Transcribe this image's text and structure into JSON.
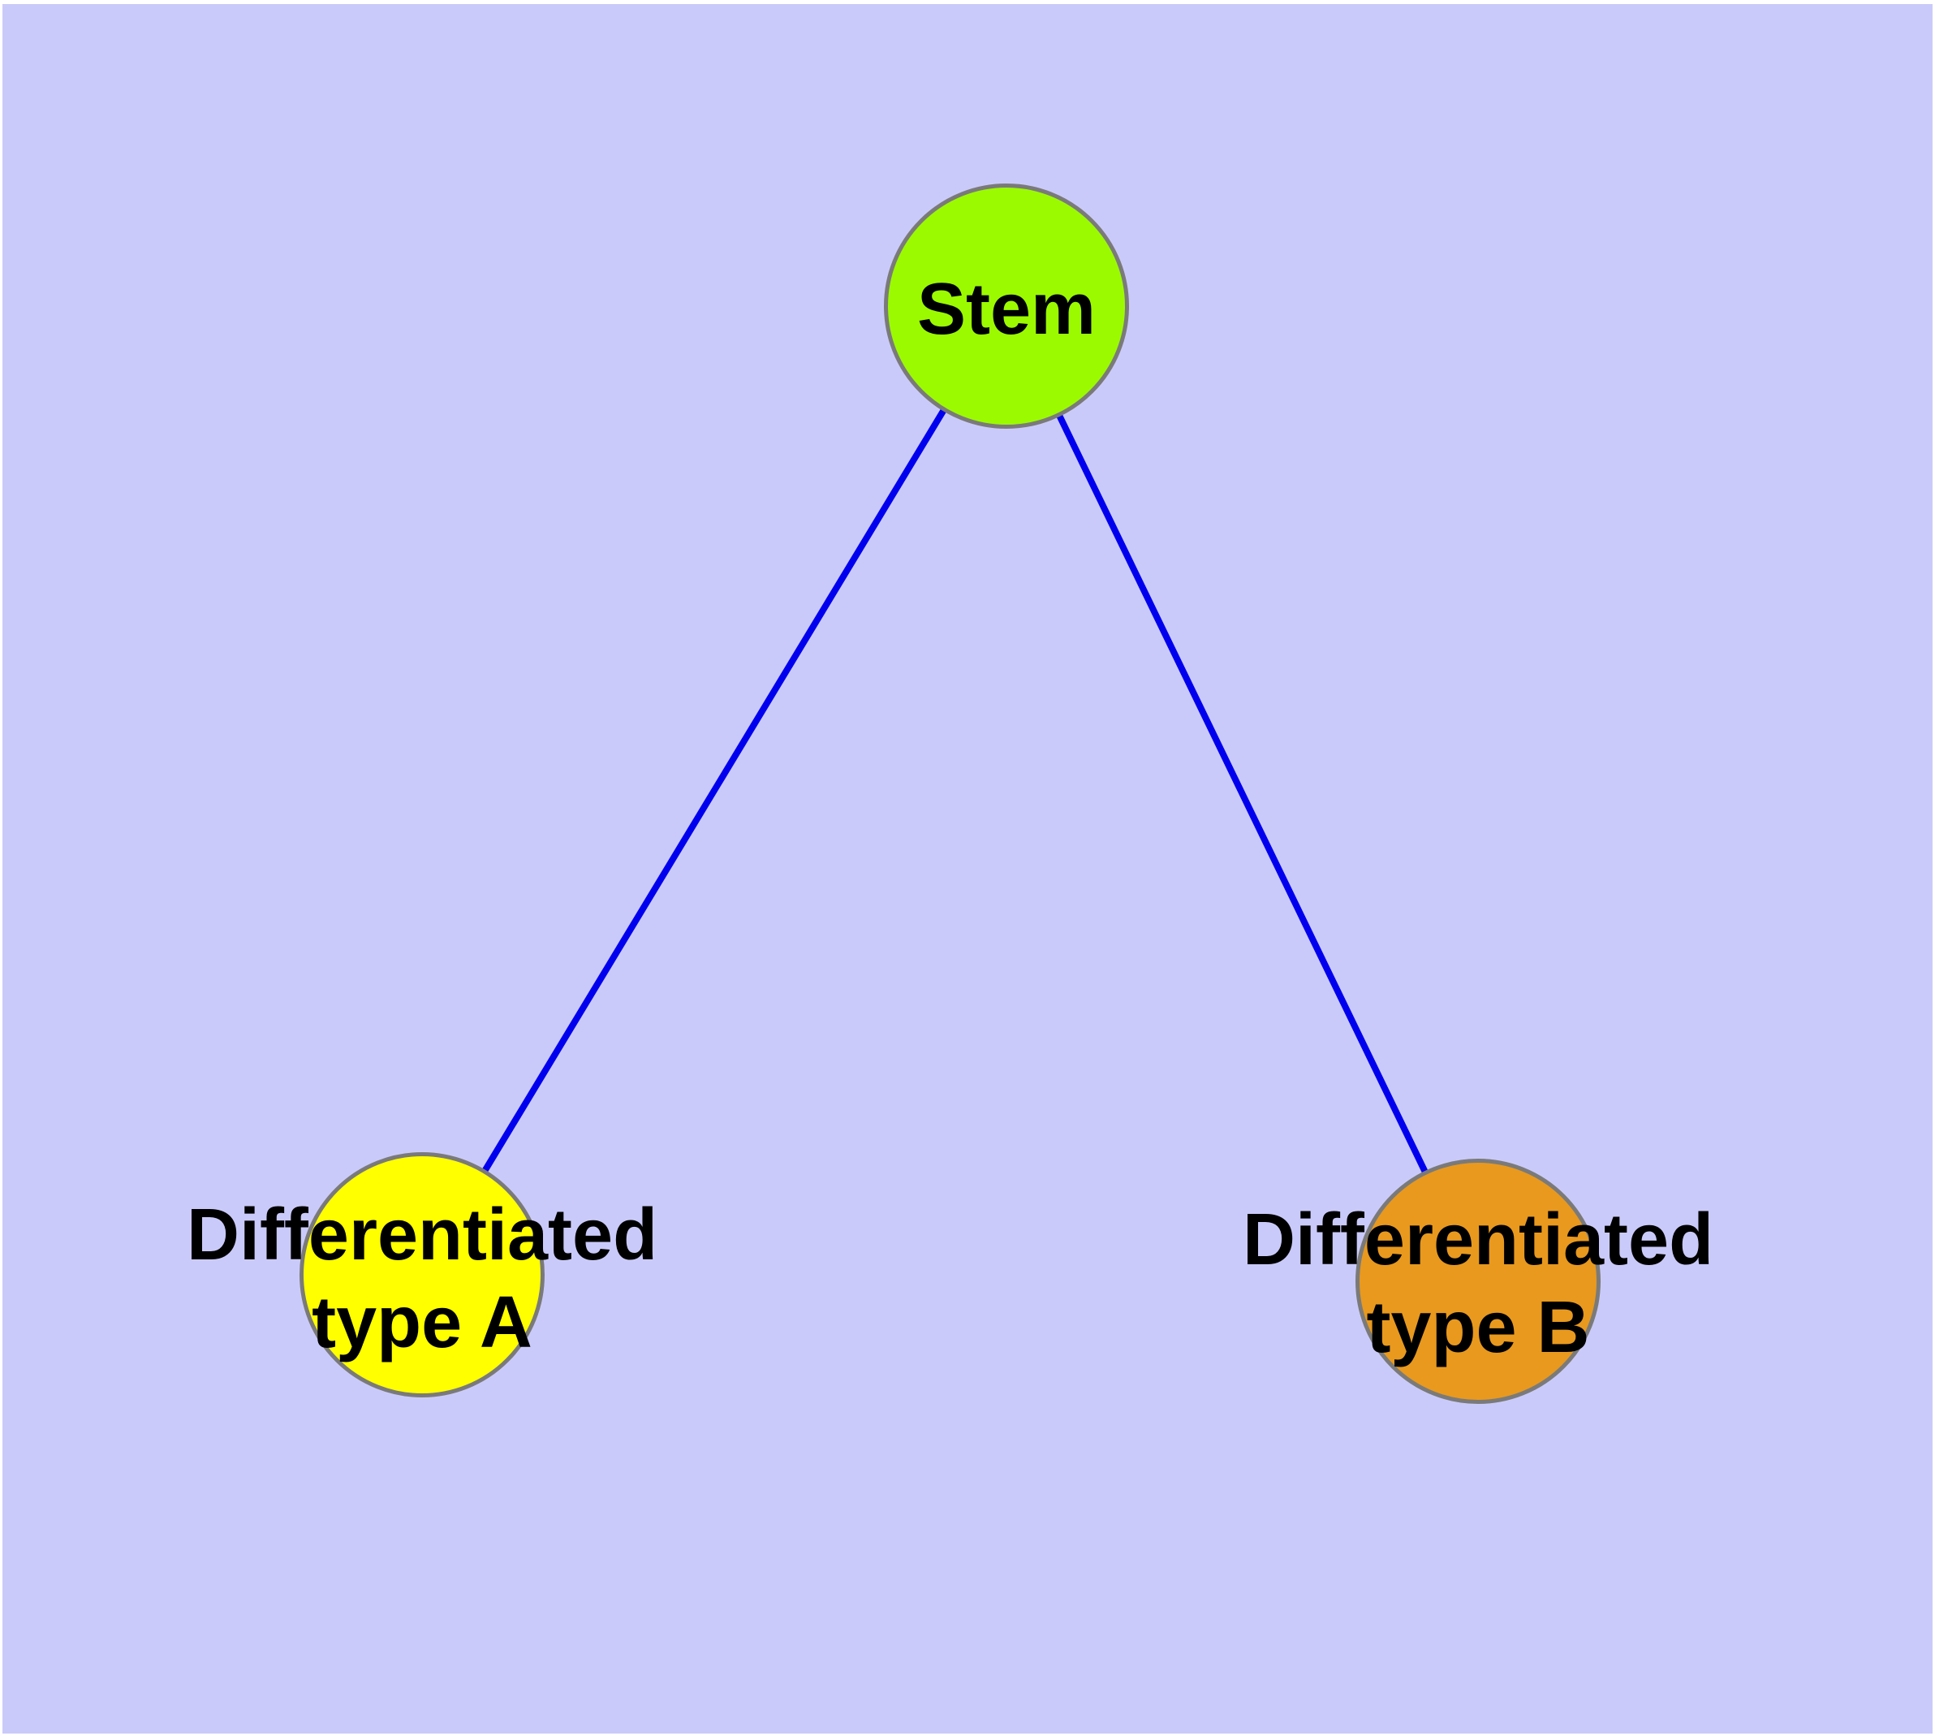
{
  "diagram": {
    "background_color": "#cacafa",
    "frame_color": "#ffffff",
    "edge_color": "#0000ee",
    "node_border_color": "#7a7a7a",
    "label_color": "#000000",
    "nodes": [
      {
        "id": "stem",
        "label": "Stem",
        "fill": "#9bfa00"
      },
      {
        "id": "type-a",
        "label_line1": "Differentiated",
        "label_line2": "type A",
        "fill": "#ffff00"
      },
      {
        "id": "type-b",
        "label_line1": "Differentiated",
        "label_line2": "type B",
        "fill": "#e8991e"
      }
    ],
    "edges": [
      {
        "from": "stem",
        "to": "type-a"
      },
      {
        "from": "stem",
        "to": "type-b"
      }
    ]
  }
}
